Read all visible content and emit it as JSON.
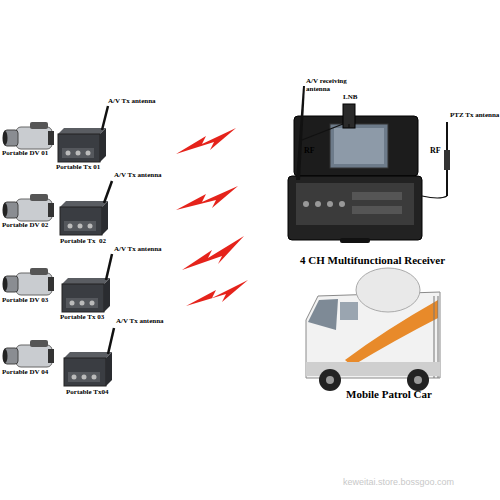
{
  "diagram": {
    "labels": [
      "A/V Tx antenna",
      "Portable DV 01",
      "Portable Tx 01",
      "A/V Tx antenna",
      "Portable DV 02",
      "Portable Tx  02",
      "A/V Tx antenna",
      "Portable DV 03",
      "Portable Tx 03",
      "A/V Tx antenna",
      "Portable DV 04",
      "Portable Tx04",
      "A/V receiving antenna",
      "LNB",
      "PTZ Tx antenna",
      "RF",
      "RF",
      "4 CH Multifunctional Receiver",
      "Mobile Patrol Car",
      "keweitai.store.bossgoo.com"
    ]
  }
}
